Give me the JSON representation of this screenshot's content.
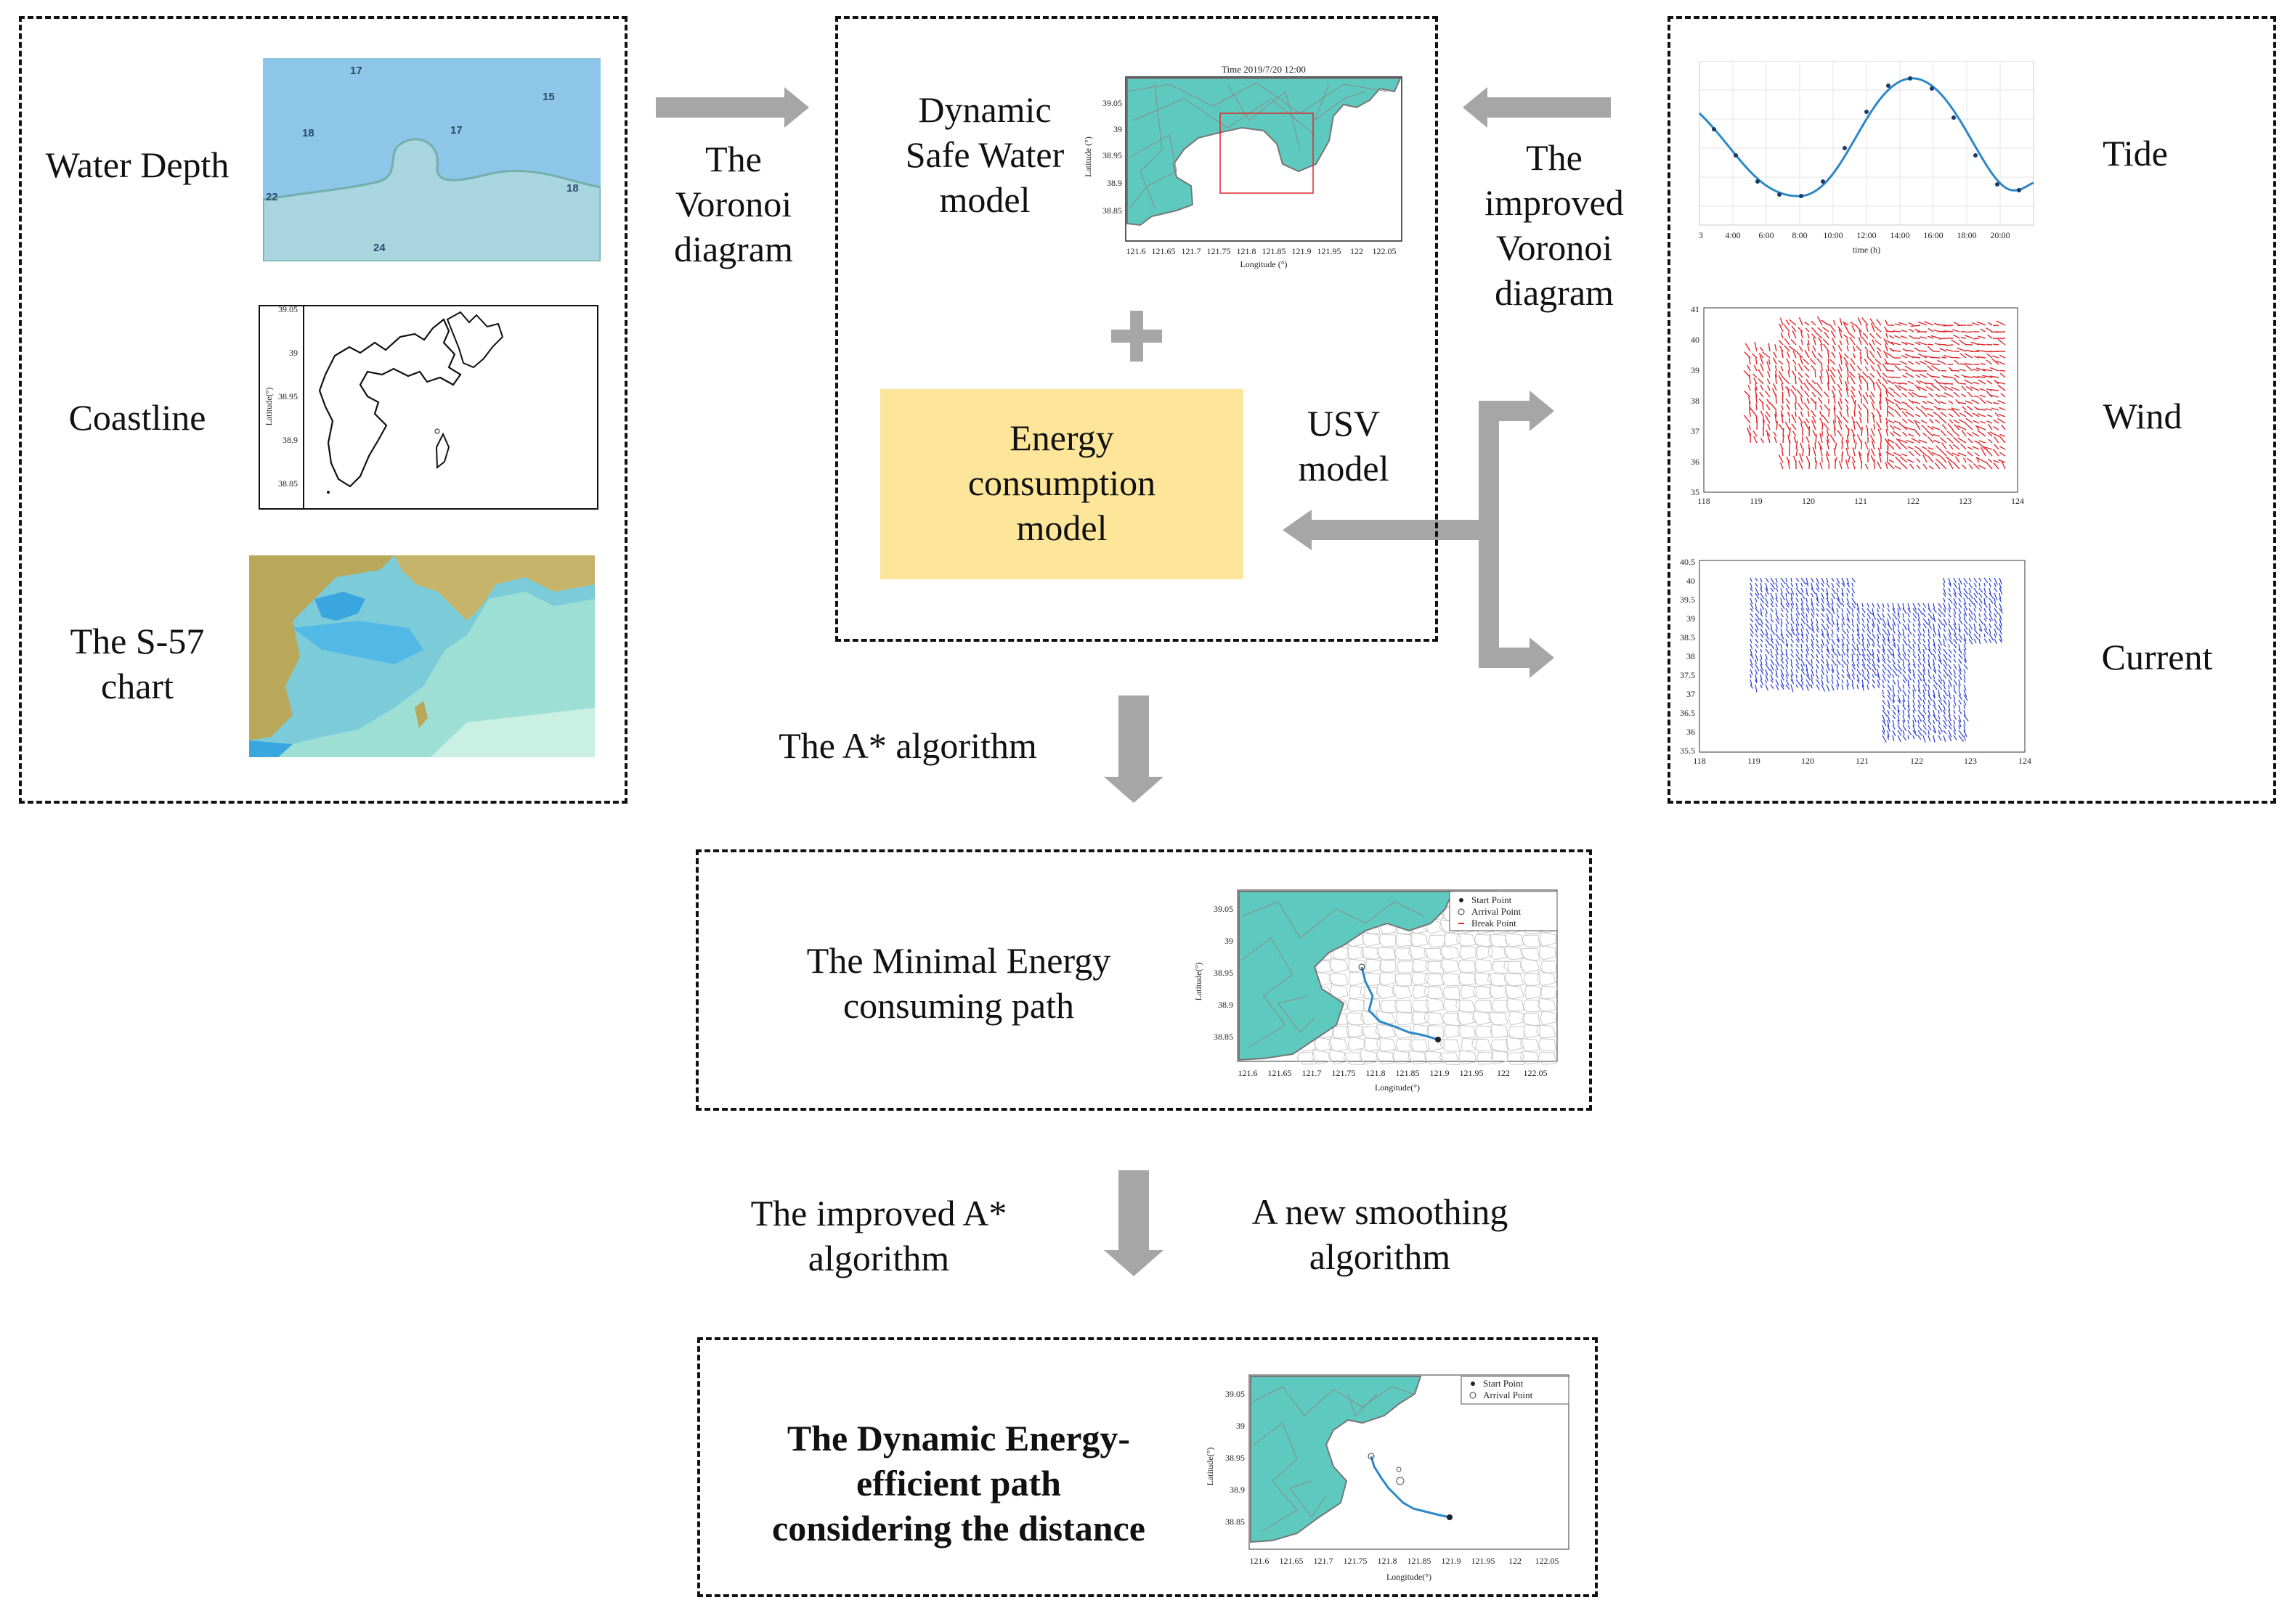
{
  "inputs": {
    "water_depth": {
      "label": "Water Depth",
      "depths": [
        "17",
        "15",
        "18",
        "17",
        "18",
        "22",
        "24"
      ]
    },
    "coastline": {
      "label": "Coastline",
      "ylabel": "Latitude(°)",
      "yticks": [
        "39.05",
        "39",
        "38.95",
        "38.9",
        "38.85"
      ]
    },
    "s57": {
      "label_line1": "The S-57",
      "label_line2": "chart"
    }
  },
  "center": {
    "dynamic_safe_water": {
      "line1": "Dynamic",
      "line2": "Safe Water",
      "line3": "model"
    },
    "plot_title": "Time 2019/7/20 12:00",
    "ylabel": "Latitude (°)",
    "xlabel": "Longitude (°)",
    "yticks": [
      "39.05",
      "39",
      "38.95",
      "38.9",
      "38.85"
    ],
    "xticks": [
      "121.6",
      "121.65",
      "121.7",
      "121.75",
      "121.8",
      "121.85",
      "121.9",
      "121.95",
      "122",
      "122.05"
    ],
    "energy_model": {
      "line1": "Energy",
      "line2": "consumption",
      "line3": "model"
    },
    "usv_model": {
      "line1": "USV",
      "line2": "model"
    }
  },
  "connectors": {
    "voronoi": {
      "line1": "The",
      "line2": "Voronoi",
      "line3": "diagram"
    },
    "improved_voronoi": {
      "line1": "The",
      "line2": "improved",
      "line3": "Voronoi",
      "line4": "diagram"
    },
    "a_star": "The A* algorithm",
    "improved_a_star": {
      "line1": "The improved A*",
      "line2": "algorithm"
    },
    "smoothing": {
      "line1": "A new smoothing",
      "line2": "algorithm"
    }
  },
  "environment": {
    "tide": {
      "label": "Tide",
      "xticks": [
        "3",
        "4:00",
        "6:00",
        "8:00",
        "10:00",
        "12:00",
        "14:00",
        "16:00",
        "18:00",
        "20:00"
      ],
      "xlabel": "time (h)"
    },
    "wind": {
      "label": "Wind",
      "yticks": [
        "41",
        "40",
        "39",
        "38",
        "37",
        "36",
        "35"
      ],
      "xticks": [
        "118",
        "119",
        "120",
        "121",
        "122",
        "123",
        "124"
      ]
    },
    "current": {
      "label": "Current",
      "yticks": [
        "40.5",
        "40",
        "39.5",
        "39",
        "38.5",
        "38",
        "37.5",
        "37",
        "36.5",
        "36",
        "35.5"
      ],
      "xticks": [
        "118",
        "119",
        "120",
        "121",
        "122",
        "123",
        "124"
      ]
    }
  },
  "results": {
    "minimal_energy": {
      "line1": "The Minimal Energy",
      "line2": "consuming path"
    },
    "legend1": [
      "Start Point",
      "Arrival Point",
      "Break Point"
    ],
    "dynamic_path": {
      "line1": "The Dynamic Energy-",
      "line2": "efficient path",
      "line3": "considering the distance"
    },
    "legend2": [
      "Start Point",
      "Arrival Point"
    ],
    "ylabel": "Latitude(°)",
    "xlabel": "Longitude(°)",
    "yticks": [
      "39.05",
      "39",
      "38.95",
      "38.9",
      "38.85"
    ],
    "xticks": [
      "121.6",
      "121.65",
      "121.7",
      "121.75",
      "121.8",
      "121.85",
      "121.9",
      "121.95",
      "122",
      "122.05"
    ]
  },
  "colors": {
    "water": "#8ec6ea",
    "land_teal": "#5ec9be",
    "energy_box": "#fde699",
    "arrow": "#a6a6a6",
    "path": "#3a8fd0",
    "wind": "#e0262b",
    "current": "#2a3dd0"
  }
}
